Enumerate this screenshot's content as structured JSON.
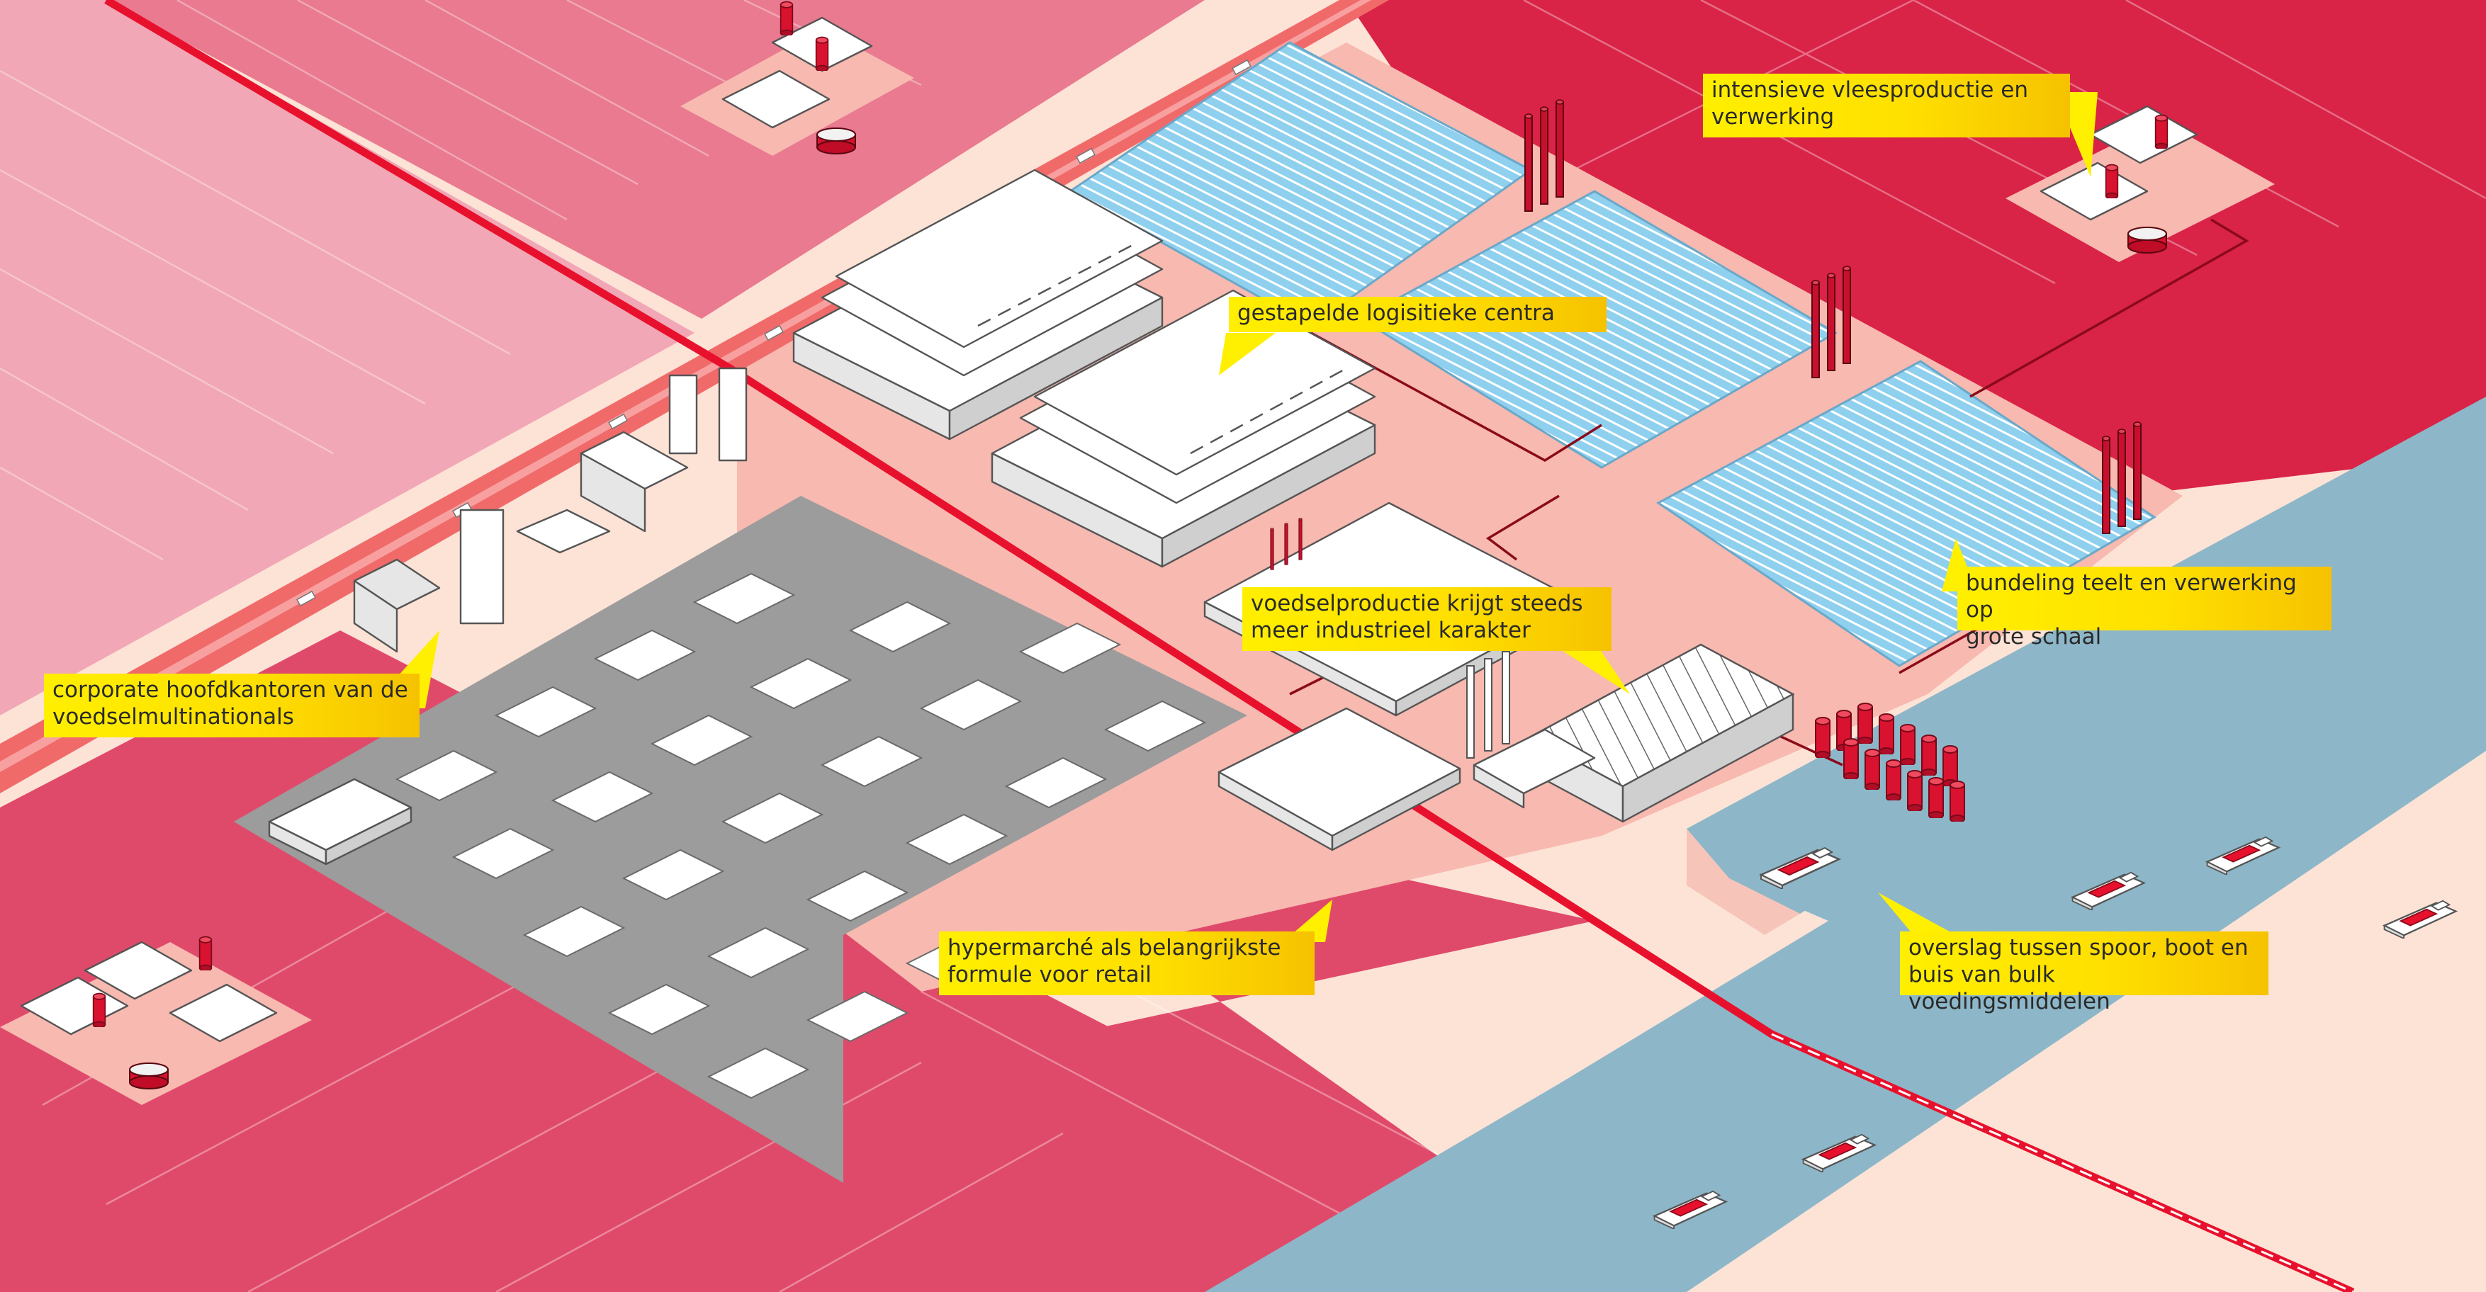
{
  "labels": {
    "meat_processing": "intensieve vleesproductie en\nverwerking",
    "logistics": "gestapelde logisitieke centra",
    "industrial_food": "voedselproductie krijgt steeds\nmeer industrieel karakter",
    "clustering": "bundeling teelt en verwerking op\ngrote schaal",
    "headquarters": "corporate hoofdkantoren van de\nvoedselmultinationals",
    "hypermarket": "hypermarché als belangrijkste\nformule voor retail",
    "transshipment": "overslag tussen spoor, boot en\nbuis van bulk voedingsmiddelen"
  },
  "colors": {
    "background": "#fde3d6",
    "field_light": "#f1a7b6",
    "field_mid": "#e97a90",
    "field_deep": "#d92347",
    "field_lower": "#e04a6a",
    "industrial_pad": "#f7b9b0",
    "city_grey": "#9e9e9e",
    "water": "#8db7c8",
    "greenhouse": "#8fd0ef",
    "rail_red": "#e8112d",
    "chimney_red": "#c8102e",
    "label_yellow": "#ffef00"
  },
  "icons": {
    "ship": "cargo-ship-icon",
    "silo": "silo-icon",
    "chimney": "chimney-icon",
    "tank": "tank-icon"
  }
}
